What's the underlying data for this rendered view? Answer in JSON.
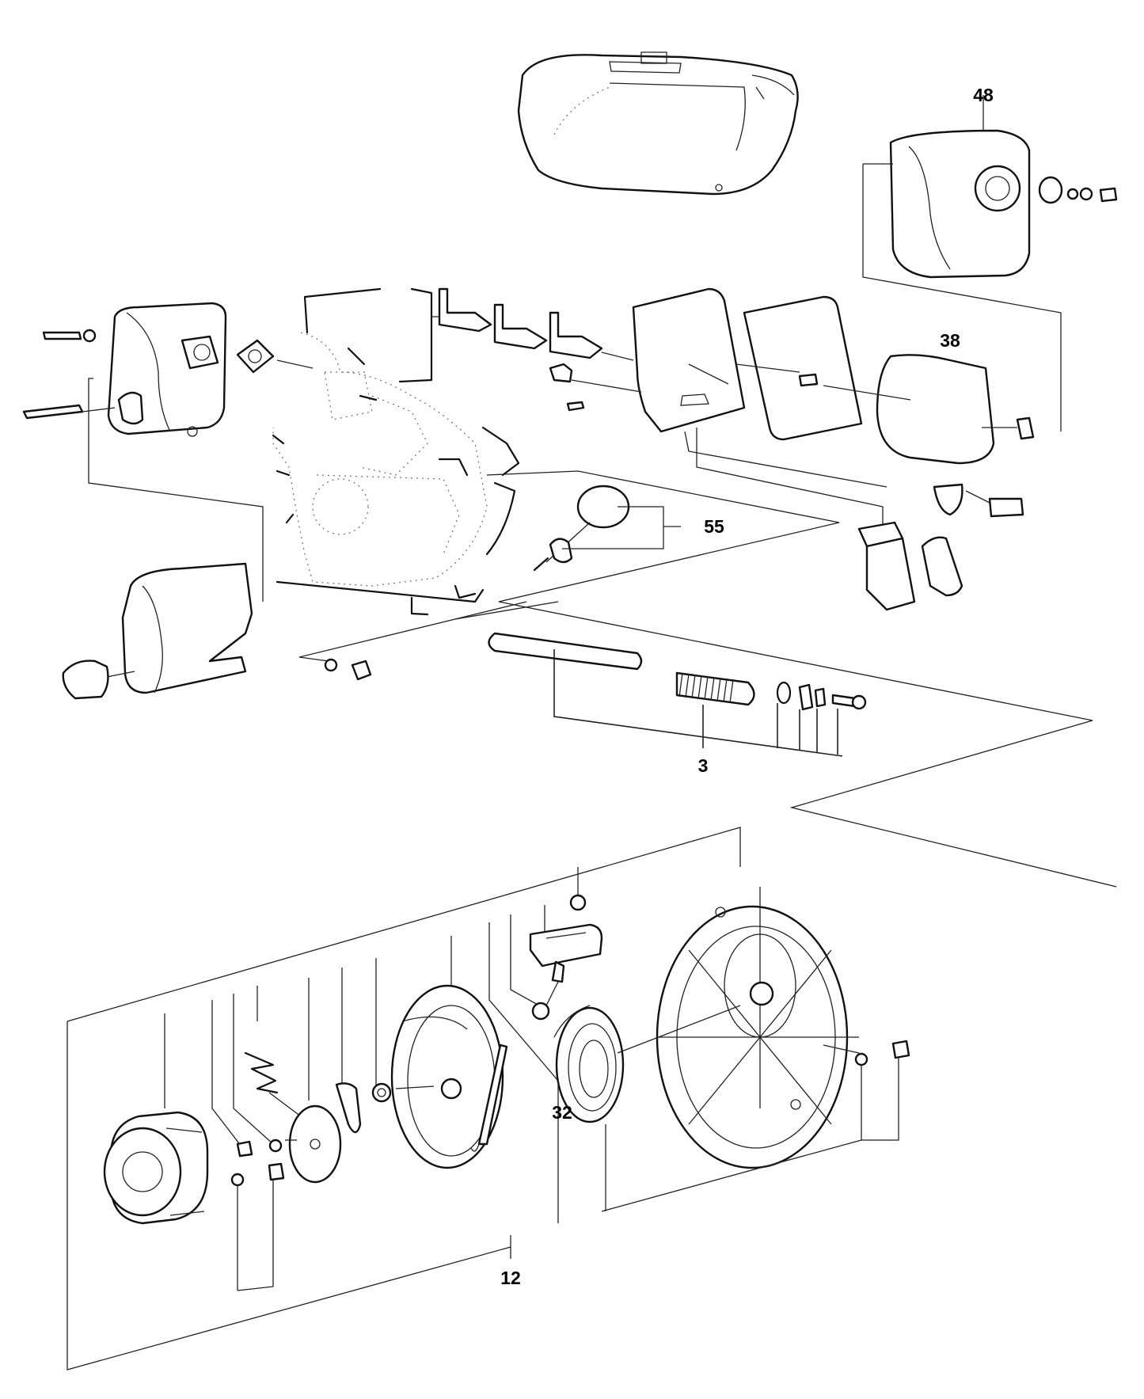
{
  "callouts": {
    "c48": "48",
    "c38": "38",
    "c55": "55",
    "c3": "3",
    "c32": "32",
    "c12": "12"
  }
}
